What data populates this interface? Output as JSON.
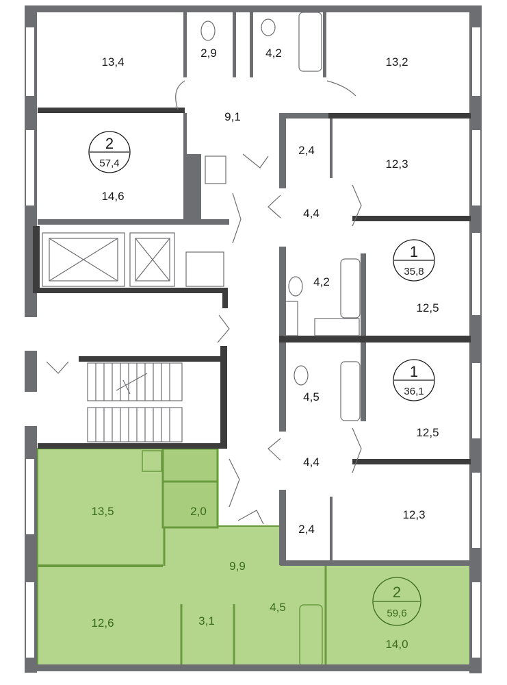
{
  "colors": {
    "wall": "#6d6e71",
    "wall_dark": "#3c3c3c",
    "highlight_fill": "#b3d68c",
    "highlight_wall": "#6a9a3e",
    "highlight_text": "#3b6b1c"
  },
  "apartments": [
    {
      "rooms_count": "2",
      "total_area": "57,4",
      "highlighted": false
    },
    {
      "rooms_count": "1",
      "total_area": "35,8",
      "highlighted": false
    },
    {
      "rooms_count": "1",
      "total_area": "36,1",
      "highlighted": false
    },
    {
      "rooms_count": "2",
      "total_area": "59,6",
      "highlighted": true
    }
  ],
  "rooms": {
    "r_top_left": "13,4",
    "r_wc_top": "2,9",
    "r_bath_top": "4,2",
    "r_top_right": "13,2",
    "r_hall_top": "9,1",
    "r_bed_57": "14,6",
    "r_store_a": "2,4",
    "r_room_a": "12,3",
    "r_hall_a": "4,4",
    "r_bath_a": "4,2",
    "r_room_358": "12,5",
    "r_bath_b": "4,5",
    "r_room_361": "12,5",
    "r_hall_b": "4,4",
    "r_store_b": "2,4",
    "r_room_b": "12,3",
    "g_room1": "13,5",
    "g_wc": "2,0",
    "g_hall": "9,9",
    "g_room2": "12,6",
    "g_store": "3,1",
    "g_bath": "4,5",
    "g_room3": "14,0"
  }
}
